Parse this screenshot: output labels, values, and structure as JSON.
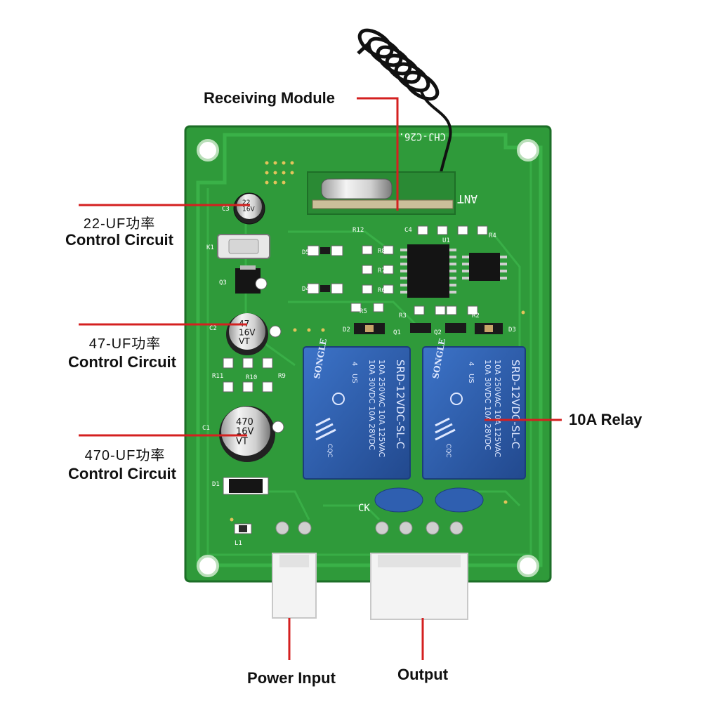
{
  "colors": {
    "pcb": "#2f9a3a",
    "pcb_dark": "#1f7a2a",
    "trace": "#3db34a",
    "relay": "#2f5fb0",
    "callout_line": "#d42020",
    "connector": "#f2f2f2"
  },
  "labels": {
    "receiving_module": "Receiving Module",
    "cap22_value": "22-UF功率",
    "cap22_desc": "Control Circuit",
    "cap47_value": "47-UF功率",
    "cap47_desc": "Control Circuit",
    "cap470_value": "470-UF功率",
    "cap470_desc": "Control Circuit",
    "relay": "10A Relay",
    "power_input": "Power Input",
    "output": "Output"
  },
  "board_print": {
    "model": "CHJ-C26.",
    "ant": "ANT",
    "cap_c3": "22\n16V",
    "cap_c2": "47\n16V\nVT",
    "cap_c1": "470\n16V\nVT",
    "relay_brand": "SONGLE",
    "relay_model": "SRD-12VDC-SL-C",
    "relay_rating_1": "10A 250VAC  10A 125VAC",
    "relay_rating_2": "10A 30VDC  10A 28VDC",
    "relay_pin": "4",
    "relay_us": "US",
    "relay_cqc": "CQC",
    "silk_r12": "R12",
    "silk_c4": "C4",
    "silk_r4": "R4",
    "silk_u1": "U1",
    "silk_k1": "K1",
    "silk_q3": "Q3",
    "silk_r8": "R8",
    "silk_r7": "R7",
    "silk_r6": "R6",
    "silk_r5": "R5",
    "silk_r3": "R3",
    "silk_r2": "R2",
    "silk_d5": "D5",
    "silk_d4": "D4",
    "silk_d2": "D2",
    "silk_d3": "D3",
    "silk_d1": "D1",
    "silk_q1": "Q1",
    "silk_q2": "Q2",
    "silk_r11": "R11",
    "silk_r9": "R9",
    "silk_r10": "R10",
    "silk_c1": "C1",
    "silk_c2": "C2",
    "silk_c3": "C3",
    "silk_l1": "L1",
    "silk_ck": "CK"
  }
}
